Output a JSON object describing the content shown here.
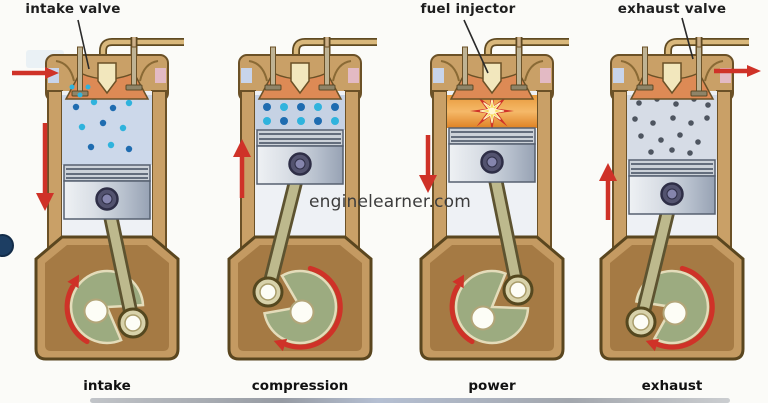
{
  "page": {
    "watermark": "enginelearner.com",
    "background": "#fbfbf8",
    "description": "Four-stroke diesel engine cycle diagram with four cylinder cross-sections"
  },
  "callouts": {
    "intake_valve": "intake valve",
    "fuel_injector": "fuel injector",
    "exhaust_valve": "exhaust valve"
  },
  "strokes": [
    {
      "label": "intake",
      "piston_motion": "down",
      "chamber": "air-fuel mixture entering through open intake valve (blue dots)",
      "flow_arrow": "red arrow entering cylinder head from left"
    },
    {
      "label": "compression",
      "piston_motion": "up",
      "chamber": "compressed mixture, two dense rows of blue dots"
    },
    {
      "label": "power",
      "piston_motion": "down",
      "chamber": "combustion explosion (orange chamber, red-and-yellow starburst)"
    },
    {
      "label": "exhaust",
      "piston_motion": "up",
      "chamber": "exhaust gases (gray dots) leaving through open exhaust valve",
      "flow_arrow": "red arrow exiting cylinder head to right"
    }
  ],
  "colors": {
    "engine_body_tan": "#c9a067",
    "crankcase_brown": "#a57a44",
    "piston_silver": "#c3cbd6",
    "mixture_blue": "#ccd8ea",
    "fuel_dot_cyan": "#2fb3dd",
    "fuel_dot_blue": "#1f6cb0",
    "combustion_orange": "#e0821f",
    "exhaust_gas_gray": "#d6dce6",
    "exhaust_dot_gray": "#4e5560",
    "arrow_red": "#cf3228",
    "crank_disc_green": "#9cab80",
    "rod_olive": "#bdb98d",
    "port_pink": "#e3bac4",
    "port_blue": "#c8d4ea"
  }
}
